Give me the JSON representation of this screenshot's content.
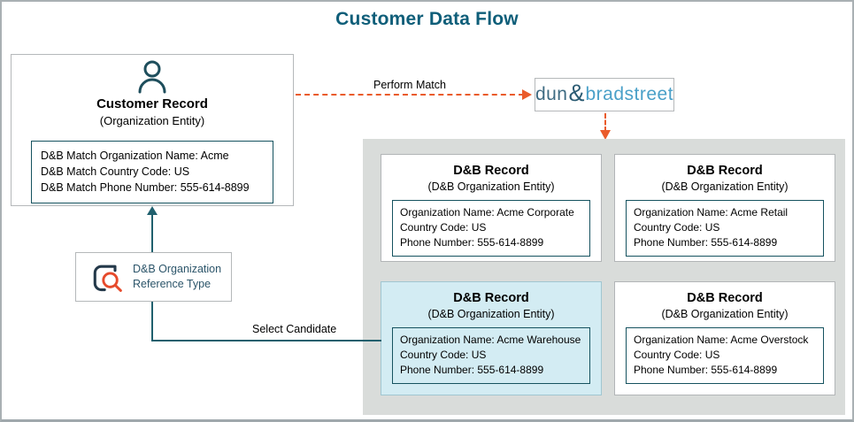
{
  "page": {
    "title": "Customer Data Flow"
  },
  "customer": {
    "title": "Customer Record",
    "subtitle": "(Organization Entity)",
    "fields": [
      "D&B Match Organization Name: Acme",
      "D&B Match Country Code: US",
      "D&B Match Phone Number: 555-614-8899"
    ]
  },
  "arrows": {
    "perform_match_label": "Perform Match",
    "select_candidate_label": "Select Candidate"
  },
  "logo": {
    "part1": "dun",
    "amp": "&",
    "part2": "bradstreet"
  },
  "reference": {
    "label_line1": "D&B Organization",
    "label_line2": "Reference Type"
  },
  "records": [
    {
      "title": "D&B Record",
      "subtitle": "(D&B Organization Entity)",
      "highlighted": false,
      "fields": [
        "Organization Name: Acme Corporate",
        "Country Code: US",
        "Phone Number: 555-614-8899"
      ]
    },
    {
      "title": "D&B Record",
      "subtitle": "(D&B Organization Entity)",
      "highlighted": false,
      "fields": [
        "Organization Name: Acme Retail",
        "Country Code: US",
        "Phone Number: 555-614-8899"
      ]
    },
    {
      "title": "D&B Record",
      "subtitle": "(D&B Organization Entity)",
      "highlighted": true,
      "fields": [
        "Organization Name: Acme Warehouse",
        "Country Code: US",
        "Phone Number: 555-614-8899"
      ]
    },
    {
      "title": "D&B Record",
      "subtitle": "(D&B Organization Entity)",
      "highlighted": false,
      "fields": [
        "Organization Name: Acme Overstock",
        "Country Code: US",
        "Phone Number: 555-614-8899"
      ]
    }
  ],
  "colors": {
    "title_text": "#0f5e79",
    "arrow_orange": "#ea5b2a",
    "connector_teal": "#20606e",
    "detail_border_teal": "#15525f",
    "gray_container": "#d9dcda",
    "highlight_fill": "#d3ecf3",
    "logo_dun": "#3e6b82",
    "logo_bradstreet": "#4aa0c8",
    "icon_navy": "#24394a",
    "icon_red": "#e64b2c"
  }
}
